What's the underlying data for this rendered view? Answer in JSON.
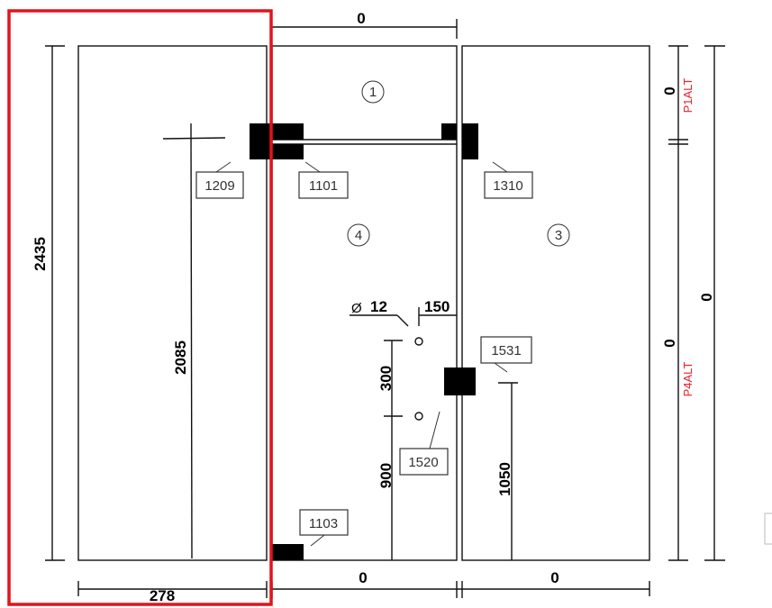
{
  "drawing": {
    "top_dimension": "0",
    "left_height": "2435",
    "inner_height": "2085",
    "bottom_left_width": "278",
    "bottom_mid_width": "0",
    "bottom_right_width": "0",
    "right_dim_upper": "0",
    "right_dim_lower": "0",
    "right_dim_total": "0",
    "right_label_upper": "P1ALT",
    "right_label_lower": "P4ALT",
    "hole_diameter_symbol": "Ø",
    "hole_diameter": "12",
    "hole_offset": "150",
    "hole_spacing": "300",
    "hole_height": "900",
    "right_height": "1050",
    "panels": [
      "1",
      "4",
      "3"
    ],
    "part_labels": [
      "1209",
      "1101",
      "1310",
      "1531",
      "1520",
      "1103"
    ]
  },
  "colors": {
    "highlight": "#e3131b",
    "label_red": "#e8202a"
  }
}
